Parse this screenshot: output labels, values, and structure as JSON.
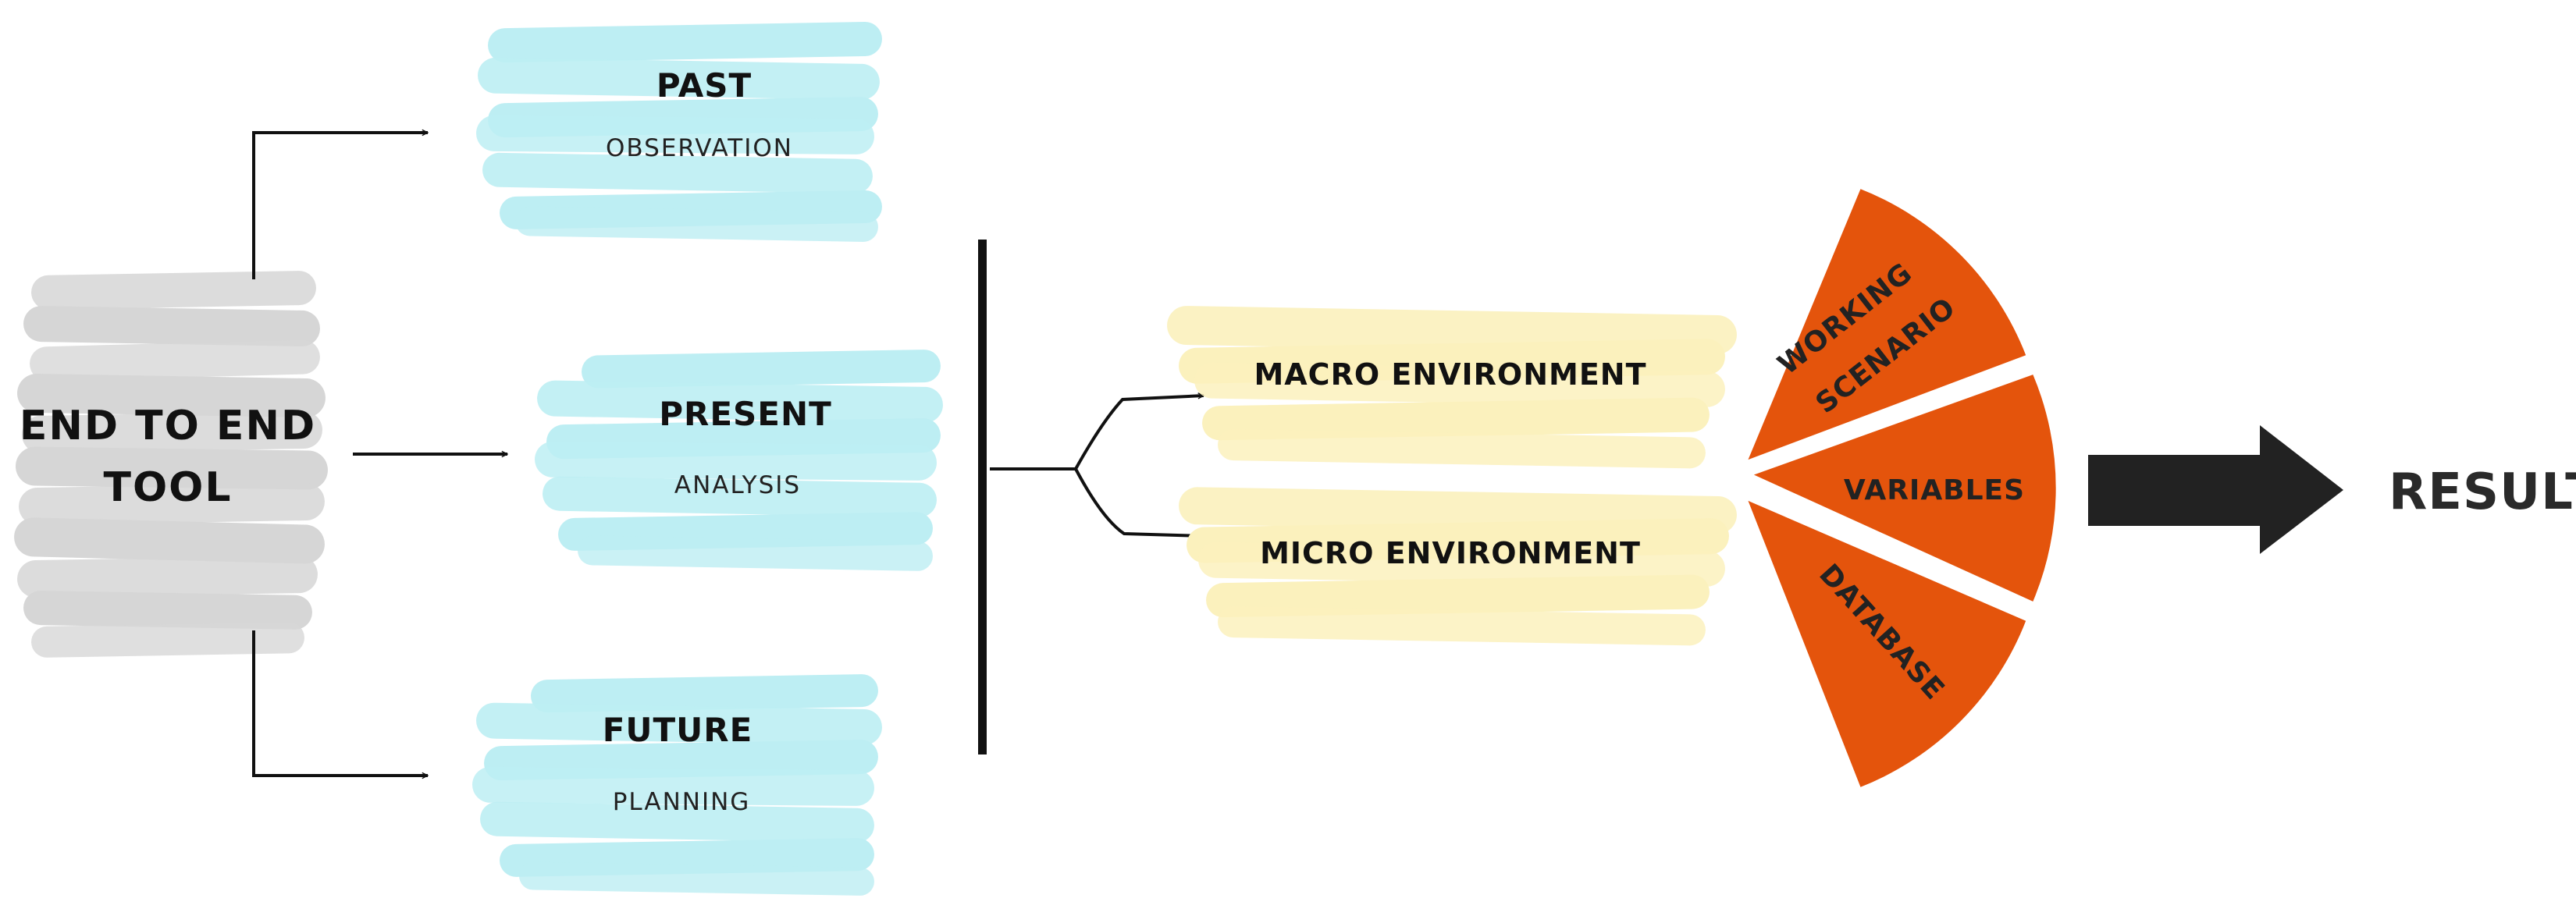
{
  "diagram": {
    "root_label_line1": "END TO END",
    "root_label_line2": "TOOL",
    "stages": [
      {
        "title": "PAST",
        "subtitle": "OBSERVATION"
      },
      {
        "title": "PRESENT",
        "subtitle": "ANALYSIS"
      },
      {
        "title": "FUTURE",
        "subtitle": "PLANNING"
      }
    ],
    "environments": [
      "MACRO ENVIRONMENT",
      "MICRO ENVIRONMENT"
    ],
    "fan_segments": [
      {
        "line1": "WORKING",
        "line2": "SCENARIO"
      },
      {
        "line1": "VARIABLES"
      },
      {
        "line1": "DATABASE"
      }
    ],
    "result_label": "RESULTS"
  },
  "colors": {
    "gray_brush": "#d6d6d6",
    "teal_brush": "#bfeef3",
    "yellow_brush": "#fbf2bf",
    "orange_fan": "#e4540c",
    "arrow_dark": "#222222",
    "stroke": "#111111"
  }
}
